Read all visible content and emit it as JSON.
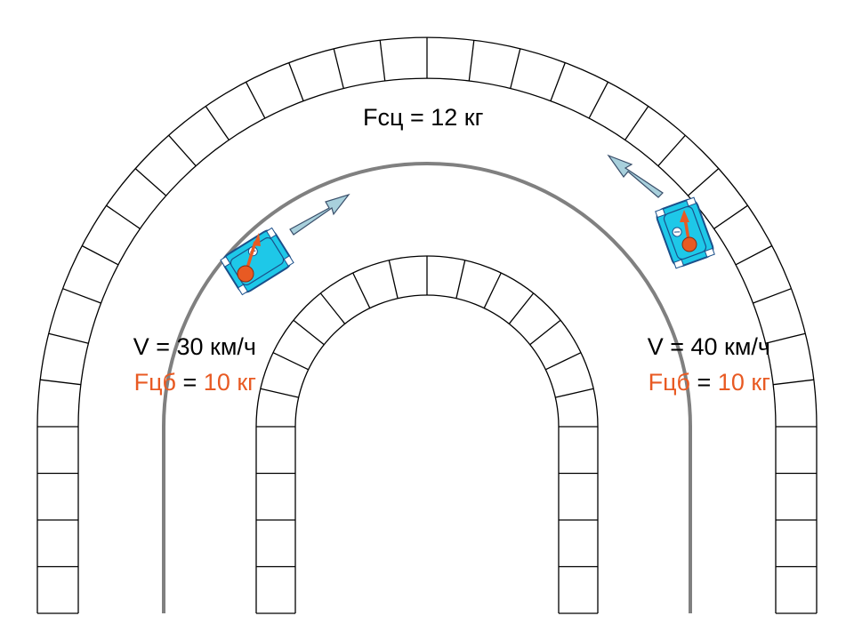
{
  "labels": {
    "grip": "Fсц = 12 кг",
    "left": {
      "speed": "V = 30 км/ч",
      "force_name": "Fцб",
      "force_eq": " = ",
      "force_value": "10 кг"
    },
    "right": {
      "speed": "V = 40 км/ч",
      "force_name": "Fцб",
      "force_eq": " = ",
      "force_value": "10 кг"
    }
  },
  "colors": {
    "car": "#1ec8e8",
    "force": "#e85a23",
    "track": "#808080",
    "motion_arrow": "#a8d0dc",
    "curb": "#000000"
  }
}
